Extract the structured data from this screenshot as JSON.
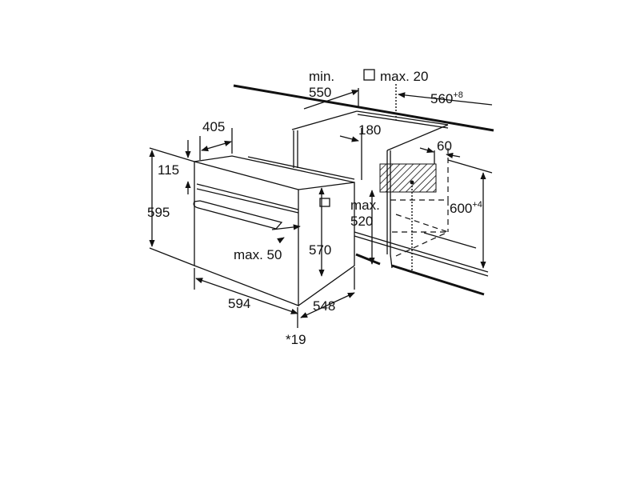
{
  "diagram": {
    "title": "Built-in oven installation dimensions",
    "labels": {
      "min": "min.",
      "d550": "550",
      "max20": "max. 20",
      "d560": "560",
      "d560_sup": "+8",
      "d405": "405",
      "d180": "180",
      "d60": "60",
      "d115": "115",
      "d595": "595",
      "max": "max.",
      "d520": "520",
      "d600": "600",
      "d600_sup": "+4",
      "max50": "max. 50",
      "d570": "570",
      "d594": "594",
      "d548": "548",
      "d19": "*19"
    }
  }
}
